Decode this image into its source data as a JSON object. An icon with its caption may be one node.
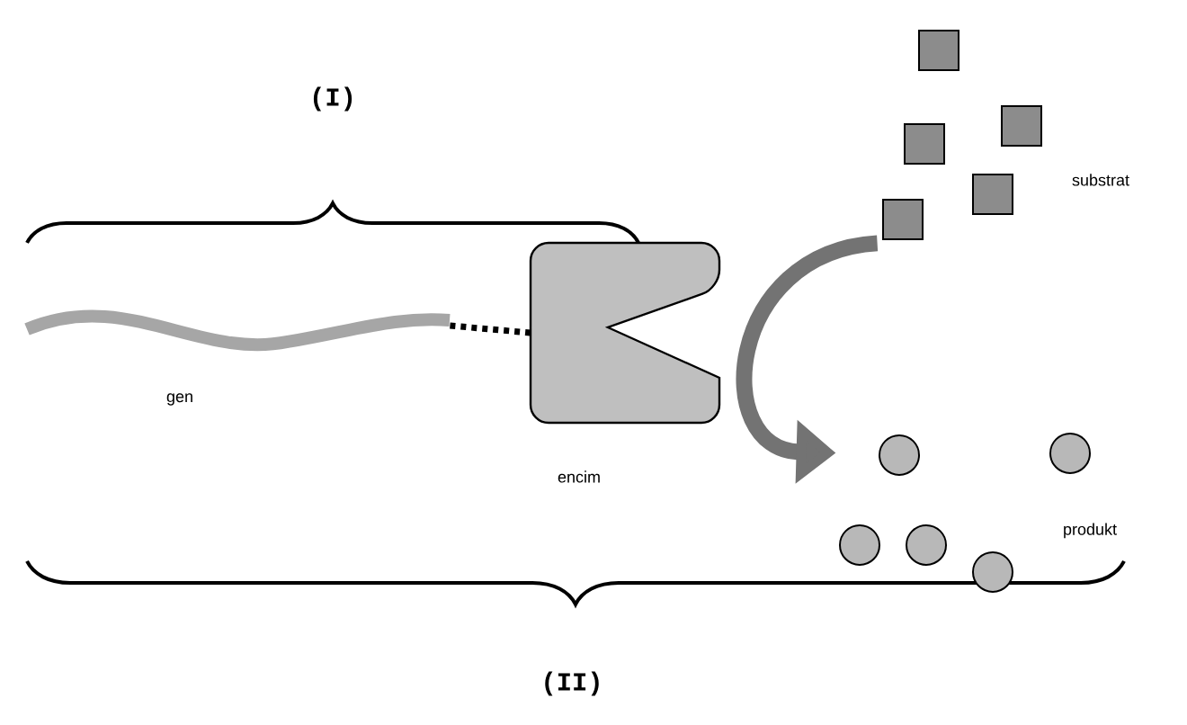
{
  "diagram": {
    "nodes": [
      {
        "text": [
          "gen"
        ]
      },
      {
        "text": [
          "encim"
        ]
      },
      {
        "text": [
          "substrat"
        ]
      },
      {
        "text": [
          "produkt"
        ]
      }
    ],
    "edges": [
      {
        "from": 0,
        "to": 1,
        "arrow": "none",
        "style": "dashed"
      },
      {
        "from": 2,
        "to": 3,
        "arrow": "to",
        "style": "thick",
        "color": "#737373"
      }
    ],
    "labels": [
      "(I)",
      "(II)"
    ]
  }
}
